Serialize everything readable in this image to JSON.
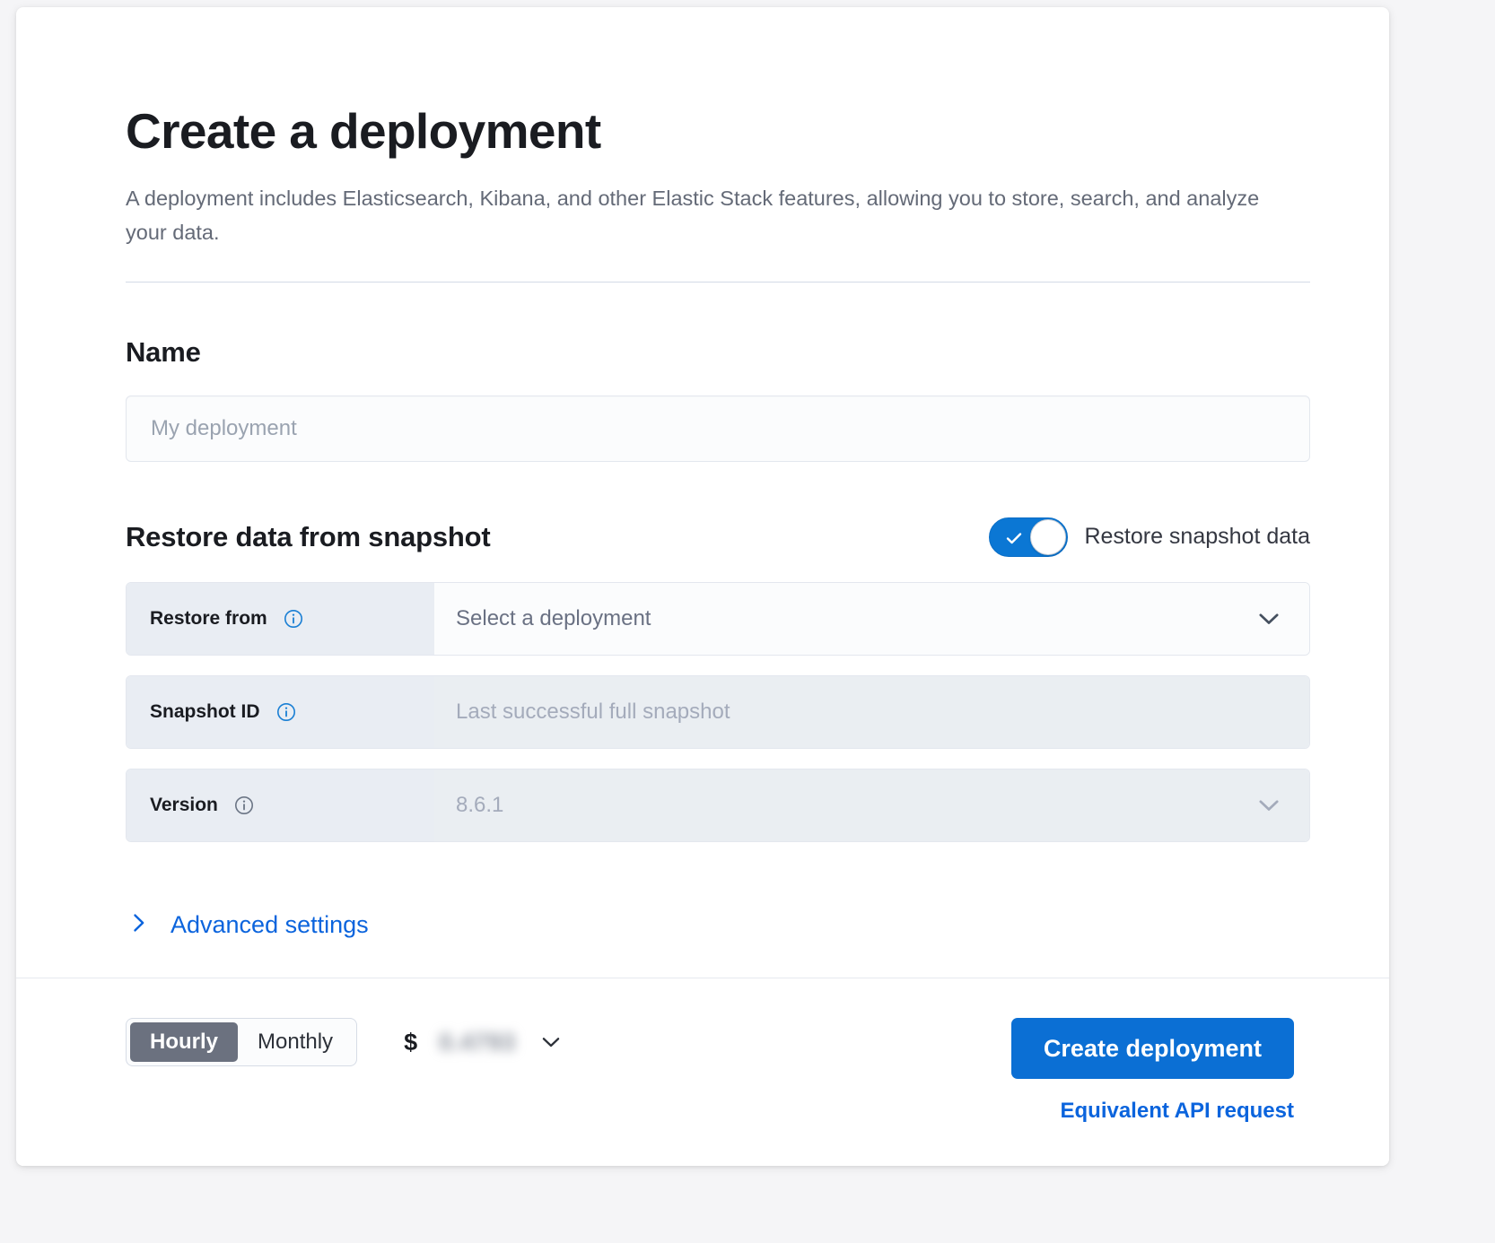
{
  "header": {
    "title": "Create a deployment",
    "subtitle": "A deployment includes Elasticsearch, Kibana, and other Elastic Stack features, allowing you to store, search, and analyze your data."
  },
  "name_section": {
    "title": "Name",
    "input_placeholder": "My deployment",
    "input_value": ""
  },
  "restore_section": {
    "title": "Restore data from snapshot",
    "toggle_label": "Restore snapshot data",
    "toggle_on": true,
    "rows": [
      {
        "label": "Restore from",
        "value": "Select a deployment",
        "is_placeholder": true,
        "disabled": false,
        "has_chevron": true,
        "info_icon": "info-icon"
      },
      {
        "label": "Snapshot ID",
        "value": "Last successful full snapshot",
        "is_placeholder": true,
        "disabled": true,
        "has_chevron": false,
        "info_icon": "info-icon"
      },
      {
        "label": "Version",
        "value": "8.6.1",
        "is_placeholder": false,
        "disabled": true,
        "has_chevron": true,
        "info_icon": "info-icon"
      }
    ]
  },
  "advanced_settings": {
    "label": "Advanced settings",
    "icon": "chevron-right-icon",
    "expanded": false
  },
  "footer": {
    "billing_options": [
      {
        "label": "Hourly",
        "selected": true
      },
      {
        "label": "Monthly",
        "selected": false
      }
    ],
    "price_currency_symbol": "$",
    "price_value": "0.4793",
    "price_blurred": true,
    "price_chevron": "chevron-down-icon",
    "create_button_label": "Create deployment",
    "api_link_label": "Equivalent API request"
  },
  "colors": {
    "accent_blue": "#0b6fd4",
    "link_blue": "#0b64dd",
    "toggle_on": "#0b77d4",
    "segment_active_bg": "#6b717f",
    "text_primary": "#1a1c21",
    "text_muted": "#646a77",
    "field_bg": "#fbfcfd",
    "label_bg": "#e9edf3",
    "disabled_bg": "#eaeef2"
  }
}
